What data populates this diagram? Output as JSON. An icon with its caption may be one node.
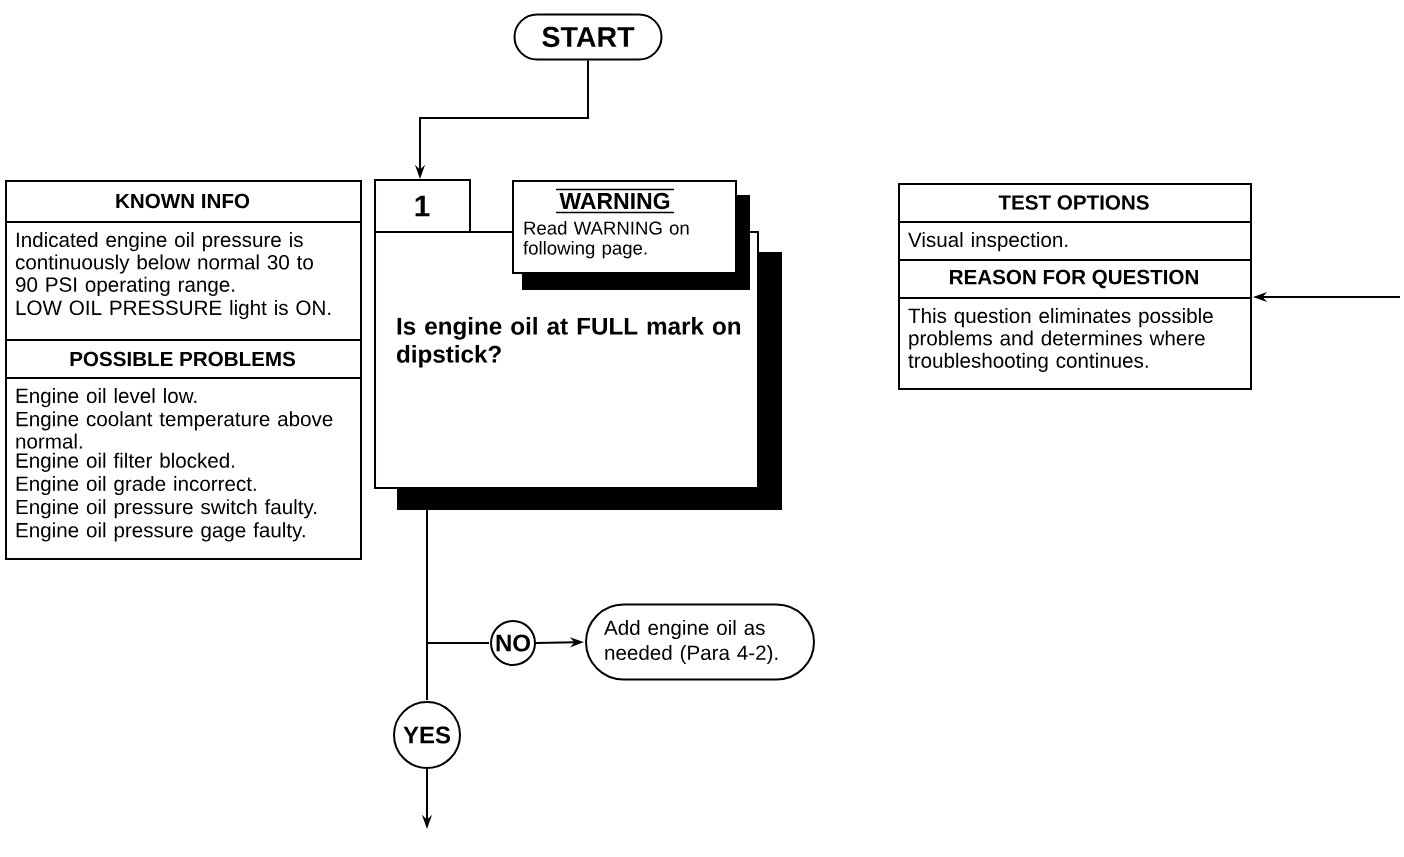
{
  "diagram": {
    "nodes": [
      {
        "text": [
          "START"
        ]
      },
      {
        "text": [
          "KNOWN INFO",
          "Indicated engine oil pressure is continuously below normal 30 to 90 PSI operating range.",
          "LOW OIL PRESSURE light is ON.",
          "POSSIBLE PROBLEMS",
          "Engine oil level low.",
          "Engine coolant temperature above normal.",
          "Engine oil filter blocked.",
          "Engine oil grade incorrect.",
          "Engine oil pressure switch faulty.",
          "Engine oil pressure gage faulty."
        ]
      },
      {
        "text": [
          "1",
          "Is engine oil at FULL mark on dipstick?"
        ]
      },
      {
        "text": [
          "WARNING",
          "Read WARNING on following page."
        ]
      },
      {
        "text": [
          "TEST OPTIONS",
          "Visual inspection.",
          "REASON FOR QUESTION",
          "This question eliminates possible problems and determines where troubleshooting continues."
        ]
      },
      {
        "text": [
          "NO"
        ]
      },
      {
        "text": [
          "Add engine oil as needed (Para 4-2)."
        ]
      },
      {
        "text": [
          "YES"
        ]
      }
    ],
    "edges": [
      {
        "from": 0,
        "to": 2,
        "arrow": "to"
      },
      {
        "from": 2,
        "to": 5,
        "arrow": "none"
      },
      {
        "from": 5,
        "to": 6,
        "arrow": "to"
      },
      {
        "from": 2,
        "to": 7,
        "arrow": "none"
      },
      {
        "from": 7,
        "to": null,
        "arrow": "to"
      },
      {
        "from": null,
        "to": 4,
        "arrow": "to"
      }
    ]
  }
}
